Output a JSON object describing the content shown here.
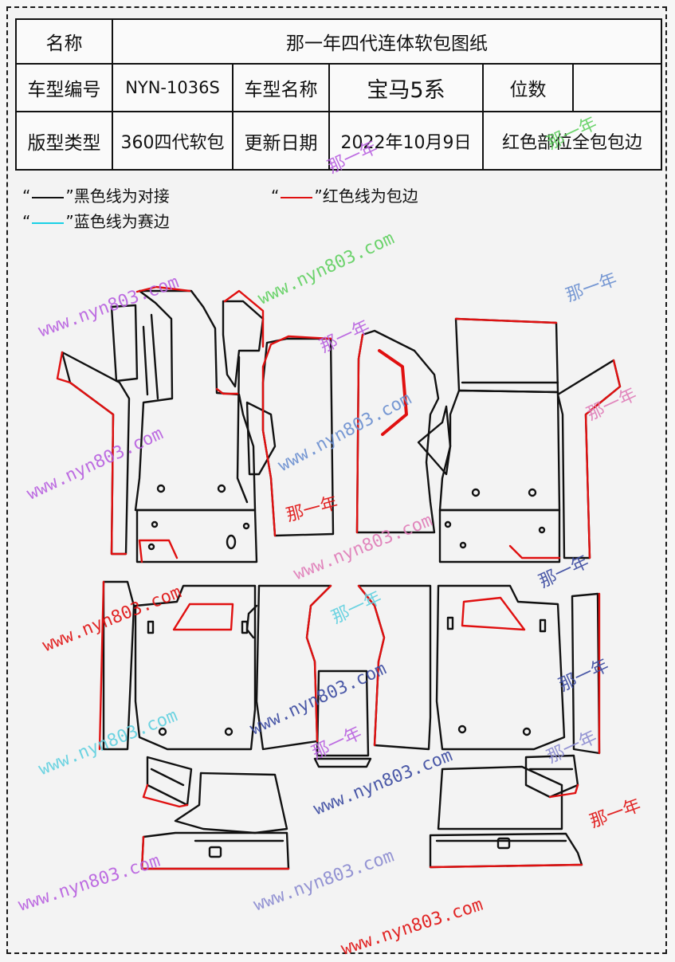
{
  "info_table": {
    "row1": {
      "label": "名称",
      "value": "那一年四代连体软包图纸"
    },
    "row2": {
      "label1": "车型编号",
      "value1": "NYN-1036S",
      "label2": "车型名称",
      "value2": "宝马5系",
      "label3": "位数",
      "value3": ""
    },
    "row3": {
      "label1": "版型类型",
      "value1": "360四代软包",
      "label2": "更新日期",
      "value2": "2022年10月9日",
      "value3": "红色部位全包包边"
    }
  },
  "legend": {
    "black": {
      "quote_open": "“",
      "quote_close": "”",
      "text": "黑色线为对接",
      "color": "#111111"
    },
    "red": {
      "quote_open": "“",
      "quote_close": "”",
      "text": "红色线为包边",
      "color": "#e01010"
    },
    "blue": {
      "quote_open": "“",
      "quote_close": "”",
      "text": "蓝色线为赛边",
      "color": "#19d0e6"
    }
  },
  "watermark": {
    "url": "www.nyn803.com",
    "brand": "那一年"
  },
  "colors": {
    "outline": "#111111",
    "edge": "#e01010",
    "seam": "#19d0e6"
  }
}
